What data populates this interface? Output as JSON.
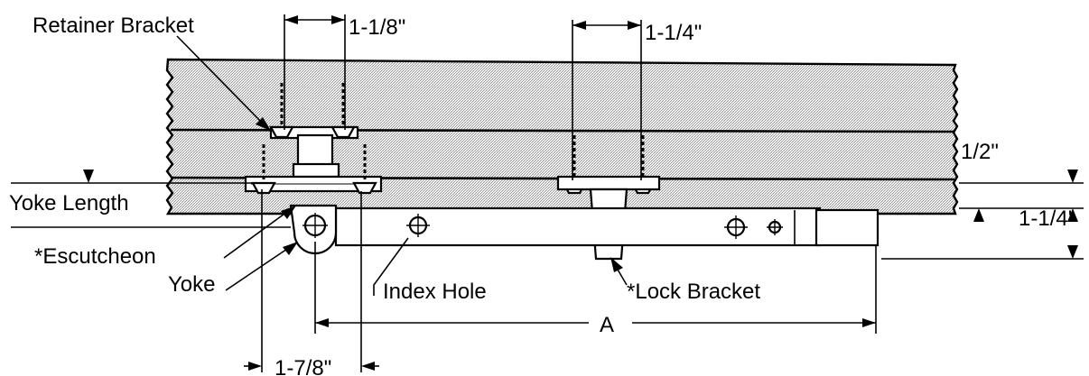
{
  "labels": {
    "retainer_bracket": "Retainer Bracket",
    "dim_1_1_8": "1-1/8\"",
    "dim_1_1_4_top": "1-1/4\"",
    "dim_1_2": "1/2\"",
    "yoke_length": "Yoke Length",
    "dim_1_1_4_right": "1-1/4'",
    "escutcheon": "*Escutcheon",
    "yoke": "Yoke",
    "index_hole": "Index Hole",
    "lock_bracket": "*Lock Bracket",
    "dim_a": "A",
    "dim_1_7_8": "1-7/8\""
  },
  "colors": {
    "line": "#000000",
    "wood_fill": "#d2d2d2",
    "background": "#ffffff"
  }
}
